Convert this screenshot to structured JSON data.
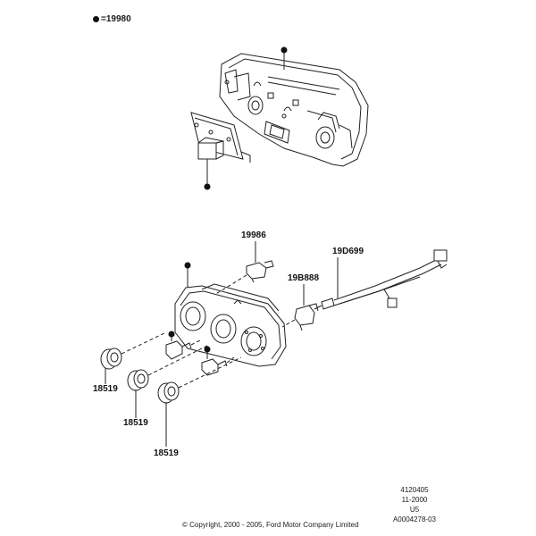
{
  "legend": {
    "symbol": "●",
    "text": "=19980"
  },
  "labels": {
    "l19986": "19986",
    "l19d699": "19D699",
    "l19b888": "19B888",
    "l18519a": "18519",
    "l18519b": "18519",
    "l18519c": "18519"
  },
  "reference": {
    "code1": "4120405",
    "date": "11-2000",
    "code2": "U5",
    "code3": "A0004278-03"
  },
  "copyright": "© Copyright, 2000 - 2005, Ford Motor Company Limited"
}
